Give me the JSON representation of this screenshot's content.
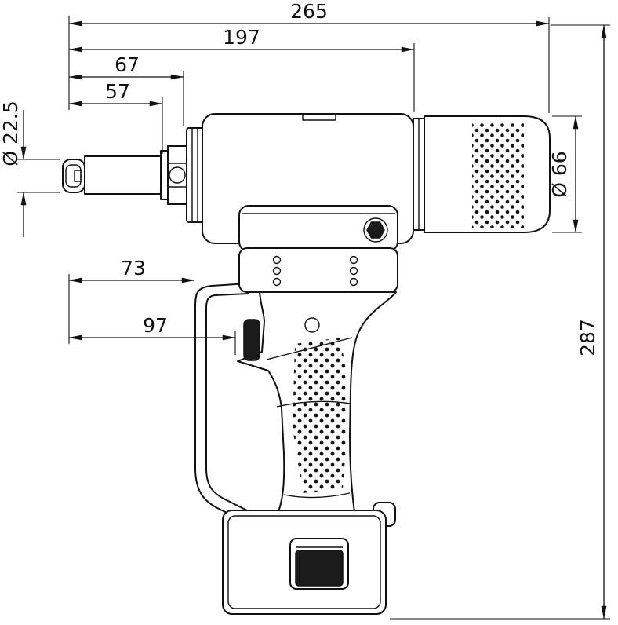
{
  "drawing": {
    "colors": {
      "line": "#111111",
      "background": "#ffffff"
    },
    "dims": {
      "overall_length": "265",
      "head_length": "197",
      "nose_to_collar": "67",
      "nose_tube_length": "57",
      "nose_diameter": "Ø 22.5",
      "handle_clearance": "73",
      "trigger_reach": "97",
      "motor_diameter": "Ø 66",
      "overall_height": "287"
    }
  }
}
